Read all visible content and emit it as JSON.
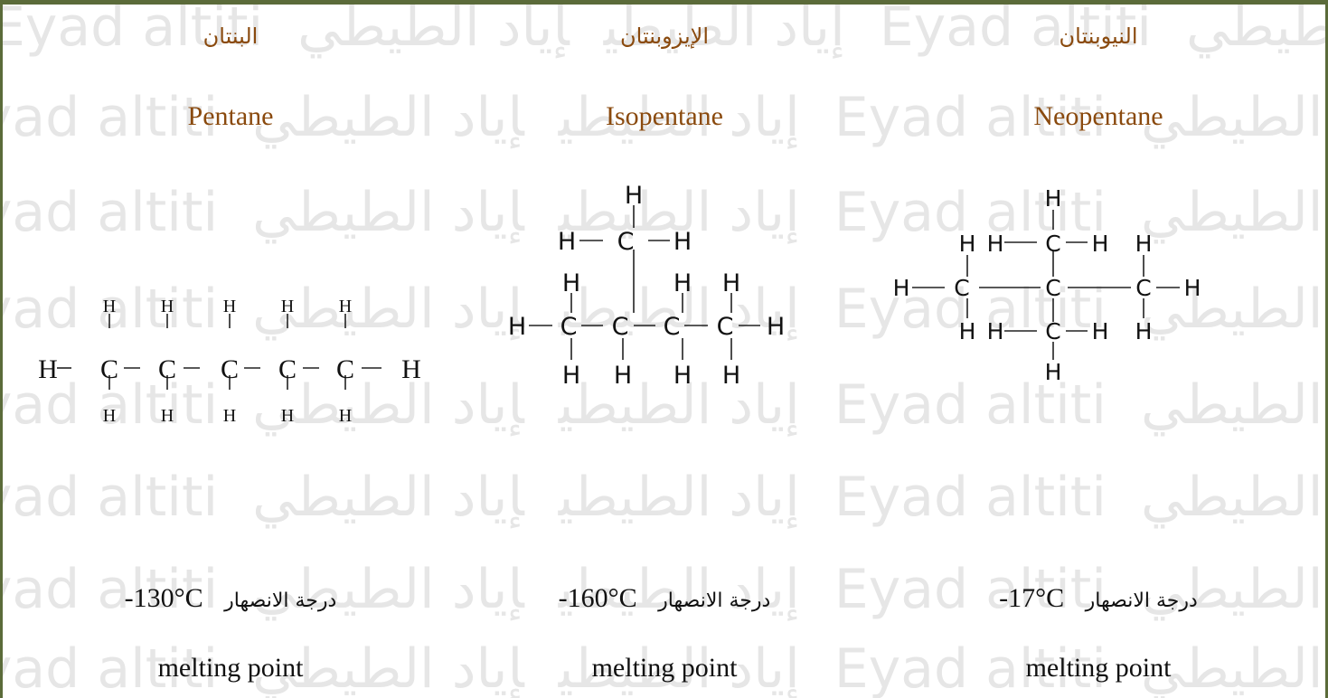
{
  "watermark": {
    "arabic": "إياد الطيطي",
    "latin": "Eyad altiti"
  },
  "compounds": [
    {
      "name_ar": "البنتان",
      "name_en": "Pentane",
      "mp_value": "-130°C",
      "mp_label_ar": "درجة الانصهار",
      "mp_label_en": "melting point"
    },
    {
      "name_ar": "الإيزوبنتان",
      "name_en": "Isopentane",
      "mp_value": "-160°C",
      "mp_label_ar": "درجة الانصهار",
      "mp_label_en": "melting point"
    },
    {
      "name_ar": "النيوبنتان",
      "name_en": "Neopentane",
      "mp_value": "-17°C",
      "mp_label_ar": "درجة الانصهار",
      "mp_label_en": "melting point"
    }
  ],
  "atoms": {
    "carbon": "C",
    "hydrogen": "H"
  },
  "colors": {
    "title": "#8a4a0e",
    "border": "#5b6b3a",
    "watermark": "#e6e6e6"
  }
}
